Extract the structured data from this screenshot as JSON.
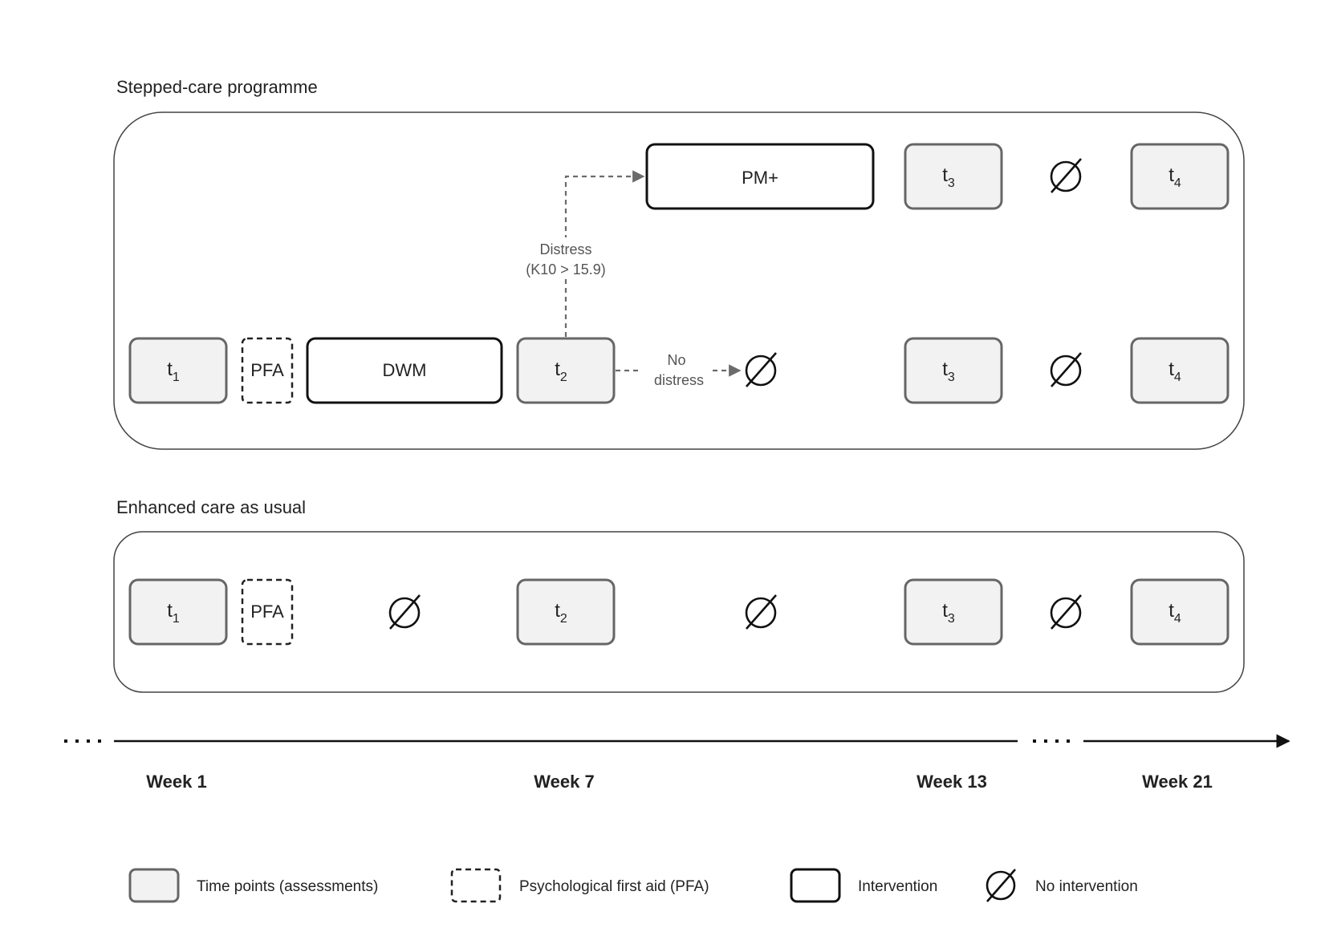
{
  "groups": {
    "stepped": {
      "title": "Stepped-care programme"
    },
    "ecau": {
      "title": "Enhanced care as usual"
    }
  },
  "boxes": {
    "t1": "t",
    "t1_sub": "1",
    "t2": "t",
    "t2_sub": "2",
    "t3": "t",
    "t3_sub": "3",
    "t4": "t",
    "t4_sub": "4",
    "pfa": "PFA",
    "dwm": "DWM",
    "pm": "PM+"
  },
  "branches": {
    "distress_line1": "Distress",
    "distress_line2": "(K10 > 15.9)",
    "nodistress_line1": "No",
    "nodistress_line2": "distress"
  },
  "timeline": {
    "week1": "Week 1",
    "week7": "Week 7",
    "week13": "Week 13",
    "week21": "Week 21"
  },
  "legend": {
    "timepoints": "Time points (assessments)",
    "pfa": "Psychological first aid (PFA)",
    "intervention": "Intervention",
    "none": "No intervention"
  },
  "colors": {
    "dashed_arrow": "#6b6b6b",
    "timepoint_fill": "#f2f2f2"
  }
}
